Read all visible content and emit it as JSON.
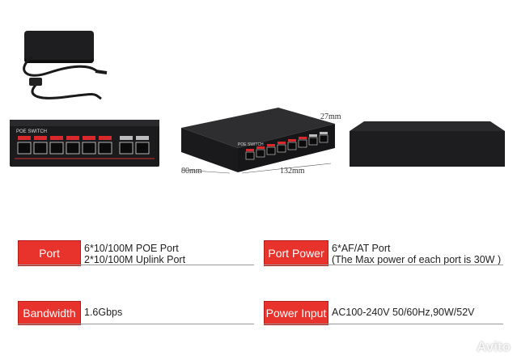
{
  "product": {
    "dimensions": {
      "height": "27mm",
      "depth": "80mm",
      "width": "132mm"
    },
    "front_label": "POE SWITCH"
  },
  "specs": [
    {
      "label": "Port",
      "lines": [
        "6*10/100M POE Port",
        "2*10/100M Uplink Port"
      ]
    },
    {
      "label": "Port Power",
      "lines": [
        "6*AF/AT Port",
        "(The Max power of each port is 30W )"
      ]
    },
    {
      "label": "Bandwidth",
      "lines": [
        "1.6Gbps"
      ]
    },
    {
      "label": "Power Input",
      "lines": [
        "AC100-240V 50/60Hz,90W/52V"
      ]
    }
  ],
  "watermark": "Avito",
  "colors": {
    "label_bg": "#e8322c",
    "switch_body": "#1b1b1d",
    "port_accent": "#d8282c"
  }
}
